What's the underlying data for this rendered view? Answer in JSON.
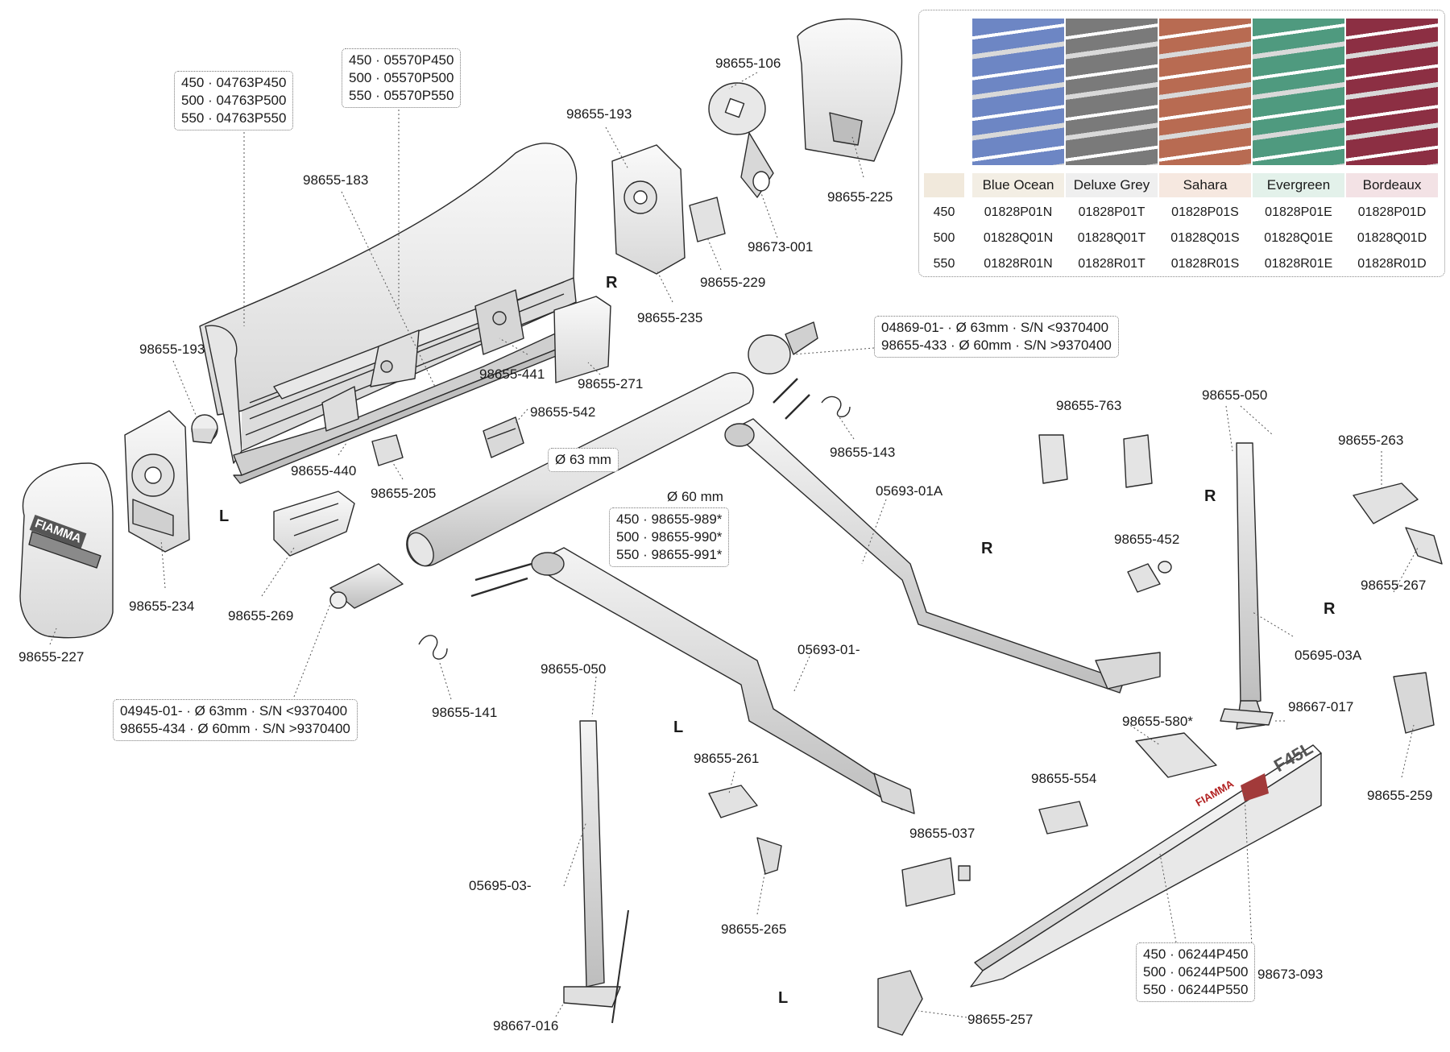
{
  "fabric_table": {
    "columns": [
      {
        "name": "Blue Ocean",
        "color": "#6d86c4",
        "head_color": "#f3eee4",
        "codes": [
          "01828P01N",
          "01828Q01N",
          "01828R01N"
        ]
      },
      {
        "name": "Deluxe Grey",
        "color": "#7a7a7a",
        "head_color": "#efefef",
        "codes": [
          "01828P01T",
          "01828Q01T",
          "01828R01T"
        ]
      },
      {
        "name": "Sahara",
        "color": "#b86b52",
        "head_color": "#f6e8e0",
        "codes": [
          "01828P01S",
          "01828Q01S",
          "01828R01S"
        ]
      },
      {
        "name": "Evergreen",
        "color": "#4f9a7f",
        "head_color": "#e3f1ea",
        "codes": [
          "01828P01E",
          "01828Q01E",
          "01828R01E"
        ]
      },
      {
        "name": "Bordeaux",
        "color": "#8c2f43",
        "head_color": "#f3e2e5",
        "codes": [
          "01828P01D",
          "01828Q01D",
          "01828R01D"
        ]
      }
    ],
    "sizes": [
      "450",
      "500",
      "550"
    ]
  },
  "boxes": {
    "box_04763": [
      "450 · 04763P450",
      "500 · 04763P500",
      "550 · 04763P550"
    ],
    "box_05570": [
      "450 · 05570P450",
      "500 · 05570P500",
      "550 · 05570P550"
    ],
    "box_04869": [
      "04869-01- · Ø 63mm · S/N <9370400",
      "98655-433 · Ø 60mm · S/N >9370400"
    ],
    "box_04945": [
      "04945-01- · Ø 63mm · S/N <9370400",
      "98655-434 · Ø 60mm · S/N >9370400"
    ],
    "box_98655_989": [
      "450 · 98655-989*",
      "500 · 98655-990*",
      "550 · 98655-991*"
    ],
    "box_06244": [
      "450 · 06244P450",
      "500 · 06244P500",
      "550 · 06244P550"
    ],
    "box_63mm": "Ø 63 mm"
  },
  "labels": {
    "p98655_106": "98655-106",
    "p98655_193_top": "98655-193",
    "p98655_183": "98655-183",
    "p98655_225": "98655-225",
    "p98673_001": "98673-001",
    "p98655_229": "98655-229",
    "p98655_235": "98655-235",
    "p98655_193_left": "98655-193",
    "p98655_441": "98655-441",
    "p98655_271": "98655-271",
    "p98655_542": "98655-542",
    "p98655_440": "98655-440",
    "p98655_205": "98655-205",
    "p98655_234": "98655-234",
    "p98655_227": "98655-227",
    "p98655_269": "98655-269",
    "p98655_143": "98655-143",
    "p05693_01a": "05693-01A",
    "p98655_763": "98655-763",
    "p98655_050_r": "98655-050",
    "p98655_263": "98655-263",
    "p98655_452": "98655-452",
    "p98655_267": "98655-267",
    "p05695_03a": "05695-03A",
    "p98667_017": "98667-017",
    "p98655_580": "98655-580*",
    "p98655_259": "98655-259",
    "p60mm": "Ø 60 mm",
    "p98655_141": "98655-141",
    "p05693_01": "05693-01-",
    "p98655_050_l": "98655-050",
    "p98655_261": "98655-261",
    "p98655_554": "98655-554",
    "p98655_037": "98655-037",
    "p05695_03": "05695-03-",
    "p98655_265": "98655-265",
    "p98673_093": "98673-093",
    "p98667_016": "98667-016",
    "p98655_257": "98655-257"
  },
  "sides": {
    "r1": "R",
    "l1": "L",
    "r2": "R",
    "r3": "R",
    "r4": "R",
    "l2": "L",
    "l3": "L"
  },
  "logos": {
    "cover_logo": "FIAMMA",
    "rail_logo": "FIAMMA",
    "rail_model": "F45L"
  }
}
